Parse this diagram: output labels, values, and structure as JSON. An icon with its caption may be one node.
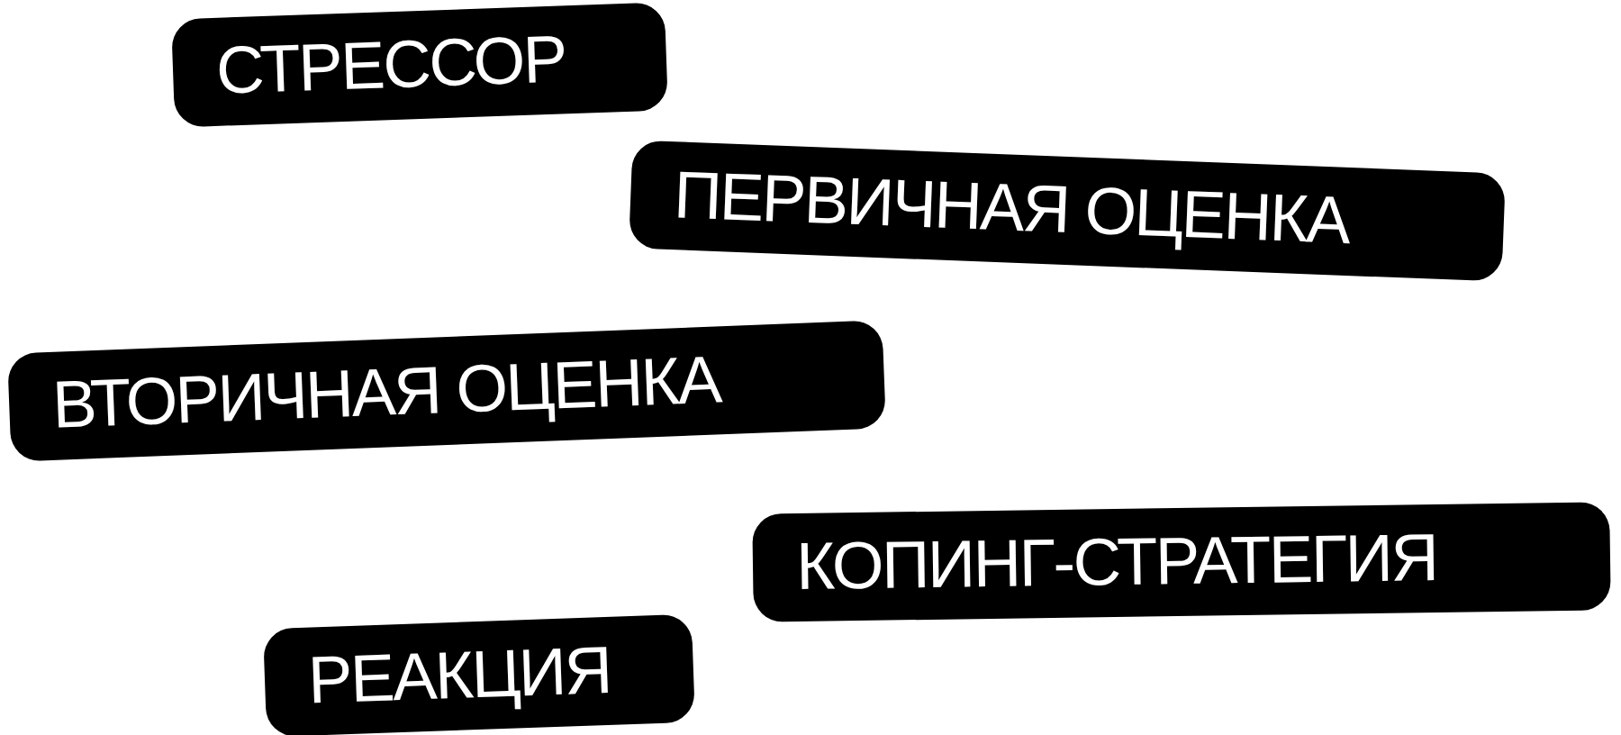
{
  "diagram": {
    "nodes": [
      {
        "text": [
          "СТРЕССОР"
        ]
      },
      {
        "text": [
          "ПЕРВИЧНАЯ ОЦЕНКА"
        ]
      },
      {
        "text": [
          "ВТОРИЧНАЯ ОЦЕНКА"
        ]
      },
      {
        "text": [
          "КОПИНГ-СТРАТЕГИЯ"
        ]
      },
      {
        "text": [
          "РЕАКЦИЯ"
        ]
      }
    ]
  }
}
